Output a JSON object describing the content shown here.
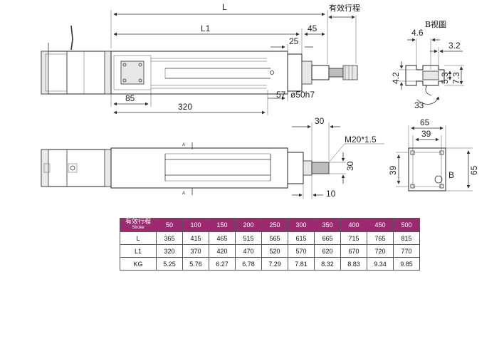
{
  "labels": {
    "stroke_cn": "有效行程",
    "b_view": "B视圖",
    "L": "L",
    "L1": "L1",
    "d45": "45",
    "d25": "25",
    "d85": "85",
    "d320": "320",
    "d57": "57",
    "d50h7": "ø50h7",
    "d30a": "30",
    "m20": "M20*1.5",
    "d30b": "30",
    "d10": "10",
    "d4_6": "4.6",
    "d3_2": "3.2",
    "d4_2": "4.2",
    "d5_3": "5.3",
    "d7_3": "7.3",
    "d33": "33",
    "d65a": "65",
    "d39a": "39",
    "d39b": "39",
    "d65b": "65",
    "B": "B",
    "sectionA": "A"
  },
  "table": {
    "header_cn": "有效行程",
    "header_en": "Stroke",
    "strokes": [
      "50",
      "100",
      "150",
      "200",
      "250",
      "300",
      "350",
      "400",
      "450",
      "500"
    ],
    "rows": [
      {
        "label": "L",
        "values": [
          "365",
          "415",
          "465",
          "515",
          "565",
          "615",
          "665",
          "715",
          "765",
          "815"
        ]
      },
      {
        "label": "L1",
        "values": [
          "320",
          "370",
          "420",
          "470",
          "520",
          "570",
          "620",
          "670",
          "720",
          "770"
        ]
      },
      {
        "label": "KG",
        "values": [
          "5.25",
          "5.76",
          "6.27",
          "6.78",
          "7.29",
          "7.81",
          "8.32",
          "8.83",
          "9.34",
          "9.85"
        ]
      }
    ]
  }
}
